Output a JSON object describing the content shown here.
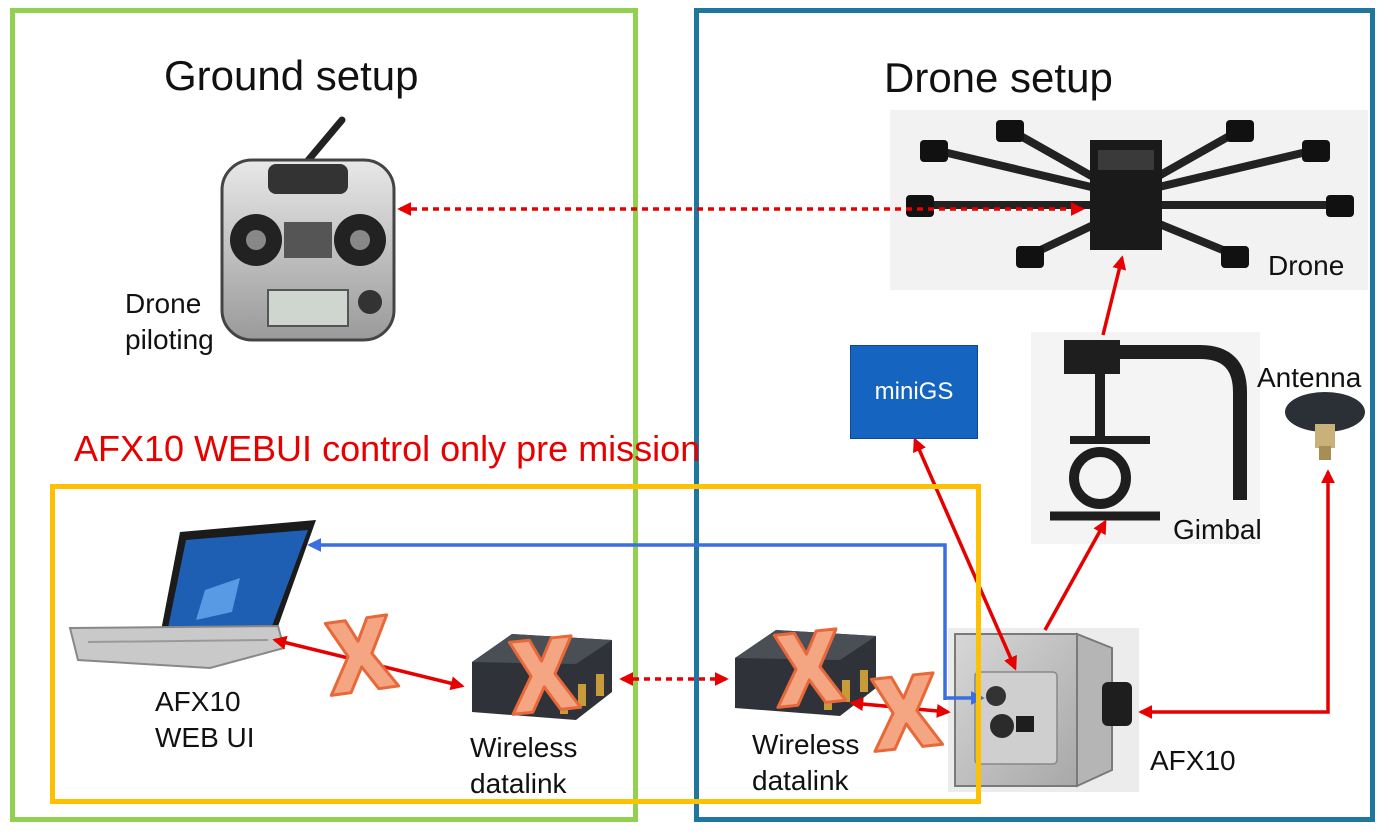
{
  "sections": {
    "ground_title": "Ground setup",
    "drone_title": "Drone setup",
    "webui_warning": "AFX10 WEBUI control only pre mission"
  },
  "labels": {
    "drone_piloting_1": "Drone",
    "drone_piloting_2": "piloting",
    "drone": "Drone",
    "minigs": "miniGS",
    "antenna": "Antenna",
    "gimbal": "Gimbal",
    "afx10_webui_1": "AFX10",
    "afx10_webui_2": "WEB UI",
    "wireless_ground_1": "Wireless",
    "wireless_ground_2": "datalink",
    "wireless_drone_1": "Wireless",
    "wireless_drone_2": "datalink",
    "afx10": "AFX10"
  },
  "colors": {
    "ground_border": "#92d050",
    "drone_border": "#1f77a0",
    "webui_border": "#ffc000",
    "link_red": "#e60000",
    "link_blue": "#3b6fe0",
    "cross_fill": "#f4a582",
    "cross_stroke": "#e8683a",
    "minigs_fill": "#1565c0"
  },
  "icons": [
    "rc-transmitter-icon",
    "octocopter-drone-icon",
    "gimbal-icon",
    "antenna-icon",
    "laptop-icon",
    "wireless-router-icon",
    "afx10-unit-icon",
    "disabled-cross-icon"
  ]
}
